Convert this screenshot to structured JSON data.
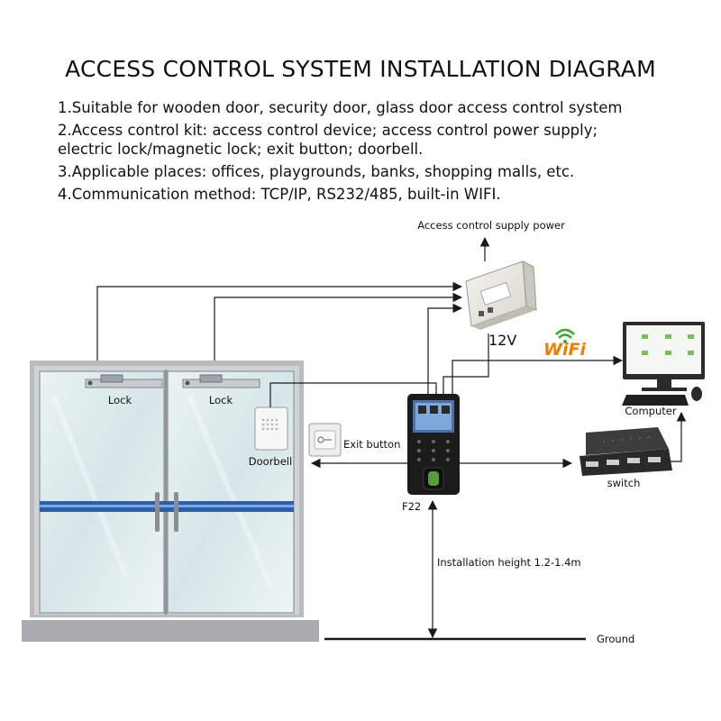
{
  "title": "ACCESS CONTROL SYSTEM INSTALLATION DIAGRAM",
  "notes": [
    "1.Suitable for wooden door, security door, glass door access control system",
    "2.Access control kit: access control device; access control power supply;",
    "electric lock/magnetic lock; exit button; doorbell.",
    "3.Applicable places: offices, playgrounds, banks, shopping malls, etc.",
    "4.Communication method: TCP/IP, RS232/485, built-in WIFI."
  ],
  "labels": {
    "power_supply": "Access control supply power",
    "voltage": "12V",
    "wifi": "WiFi",
    "lock_left": "Lock",
    "lock_right": "Lock",
    "doorbell": "Doorbell",
    "exit_button": "Exit button",
    "device": "F22",
    "computer": "Computer",
    "switch": "switch",
    "installation_height": "Installation height 1.2-1.4m",
    "ground": "Ground"
  },
  "colors": {
    "line": "#1a1a1a",
    "door_frame": "#b9bcbf",
    "glass": "#dfecee",
    "door_stripe": "#2d5fa8",
    "wifi_orange": "#f07c00",
    "wifi_green": "#3aa935"
  }
}
